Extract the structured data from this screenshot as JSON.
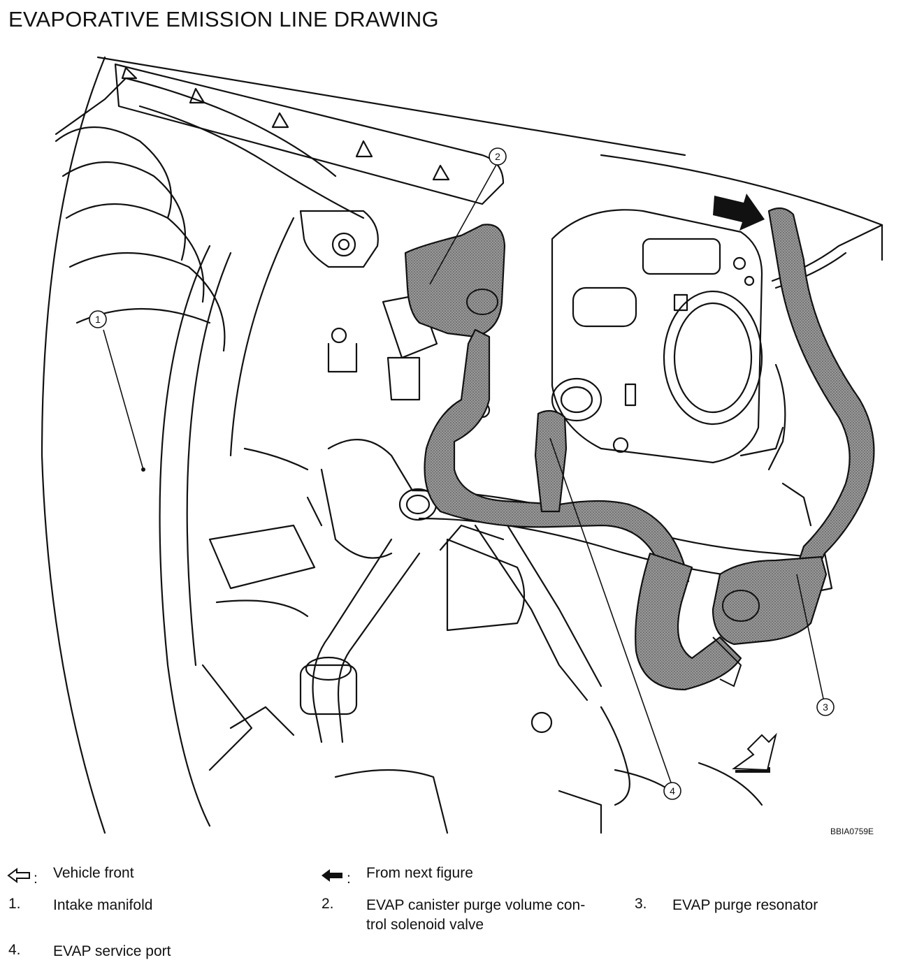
{
  "title": "EVAPORATIVE EMISSION LINE DRAWING",
  "figure_code": "BBIA0759E",
  "callouts": [
    "1",
    "2",
    "3",
    "4"
  ],
  "symbols": {
    "vehicle_front": {
      "icon": "outline-arrow-left-icon",
      "label": "Vehicle front",
      "colon": ":"
    },
    "from_next_figure": {
      "icon": "solid-arrow-left-icon",
      "label": "From next figure",
      "colon": ":"
    }
  },
  "legend": [
    {
      "num": "1.",
      "text": "Intake manifold"
    },
    {
      "num": "2.",
      "text": "EVAP canister purge volume con-",
      "text2": "trol solenoid valve"
    },
    {
      "num": "3.",
      "text": "EVAP purge resonator"
    },
    {
      "num": "4.",
      "text": "EVAP service port"
    }
  ],
  "colors": {
    "line": "#111111",
    "hose_fill": "#8a8a8a",
    "background": "#ffffff"
  }
}
